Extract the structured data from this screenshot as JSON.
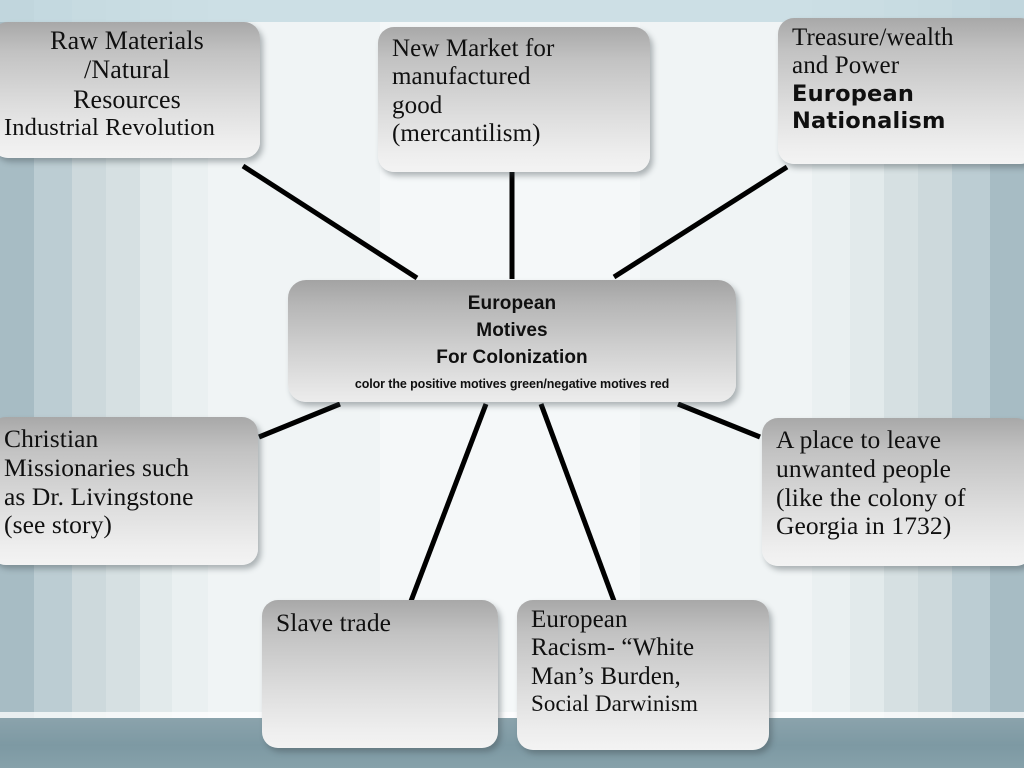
{
  "diagram": {
    "type": "mind-map",
    "title": "European Motives For Colonization",
    "center": {
      "line1": "European",
      "line2": "Motives",
      "line3": "For Colonization",
      "instruction": "color the positive motives green/negative motives red"
    },
    "nodes": [
      {
        "id": "raw-materials",
        "position": "top-left",
        "lines": [
          "Raw Materials",
          "/Natural",
          "Resources",
          "Industrial Revolution"
        ]
      },
      {
        "id": "new-market",
        "position": "top-center",
        "lines": [
          "New Market for",
          "manufactured",
          "good",
          "(mercantilism)"
        ]
      },
      {
        "id": "treasure-wealth",
        "position": "top-right",
        "lines": [
          "Treasure/wealth",
          "and Power",
          "European",
          "Nationalism"
        ]
      },
      {
        "id": "christian-missionaries",
        "position": "left",
        "lines": [
          "Christian",
          "Missionaries such",
          "as Dr. Livingstone",
          "(see story)"
        ]
      },
      {
        "id": "place-to-leave",
        "position": "right",
        "lines": [
          "A place to leave",
          "unwanted people",
          "(like the colony of",
          "Georgia in 1732)"
        ]
      },
      {
        "id": "slave-trade",
        "position": "bottom-left",
        "lines": [
          "Slave trade"
        ]
      },
      {
        "id": "european-racism",
        "position": "bottom-right",
        "lines": [
          "European",
          "Racism- “White",
          "Man’s Burden,",
          "Social Darwinism"
        ]
      }
    ],
    "colors": {
      "node_fill_top": "#a8a8a8",
      "node_fill_bottom": "#f3f3f3",
      "connector": "#000000",
      "background_edge": "#a7bcc4",
      "background_center": "#f5f8f9",
      "floor": "#7d99a3",
      "text": "#101010"
    }
  }
}
